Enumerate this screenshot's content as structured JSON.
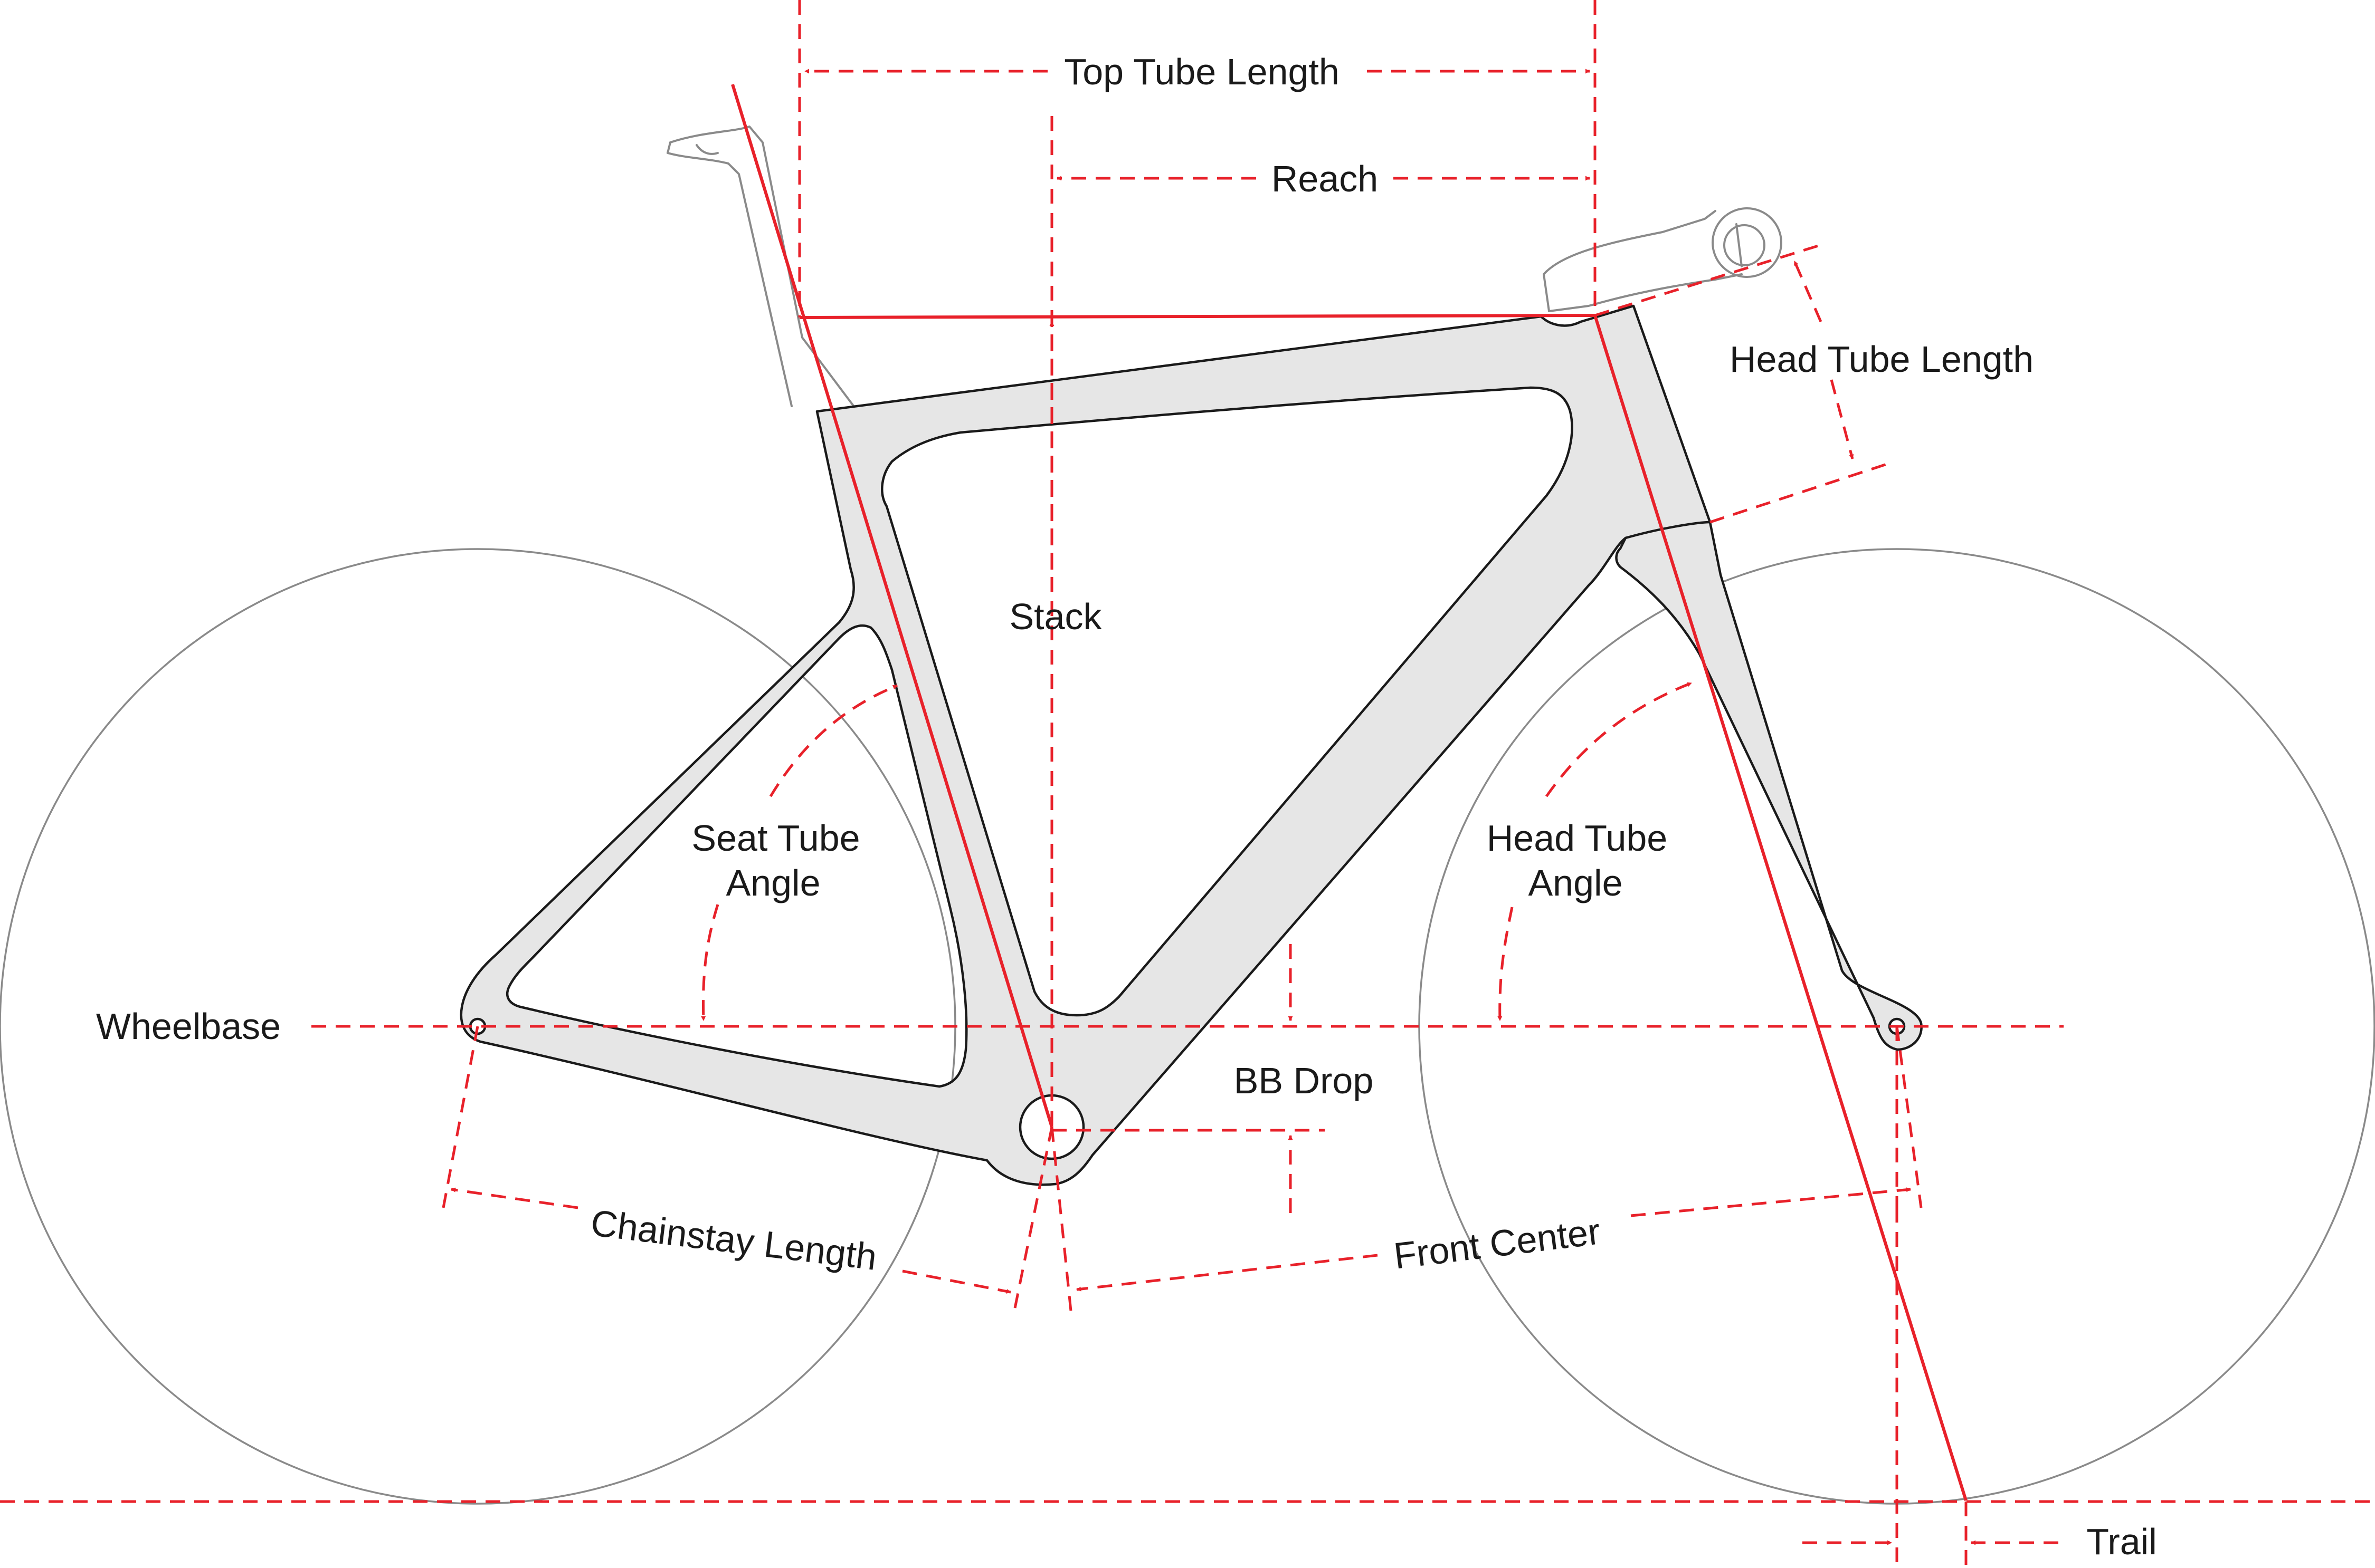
{
  "labels": {
    "top_tube_length": "Top Tube Length",
    "reach": "Reach",
    "head_tube_length": "Head Tube Length",
    "stack": "Stack",
    "seat_tube_angle_line1": "Seat Tube",
    "seat_tube_angle_line2": "Angle",
    "head_tube_angle_line1": "Head Tube",
    "head_tube_angle_line2": "Angle",
    "wheelbase": "Wheelbase",
    "bb_drop": "BB Drop",
    "chainstay_length": "Chainstay Length",
    "front_center": "Front Center",
    "trail": "Trail"
  },
  "colors": {
    "dimension": "#e8212a",
    "frame_fill": "#e6e6e6",
    "outline": "#1a1a1a",
    "wheel": "#8a8a8a",
    "background": "#ffffff"
  }
}
